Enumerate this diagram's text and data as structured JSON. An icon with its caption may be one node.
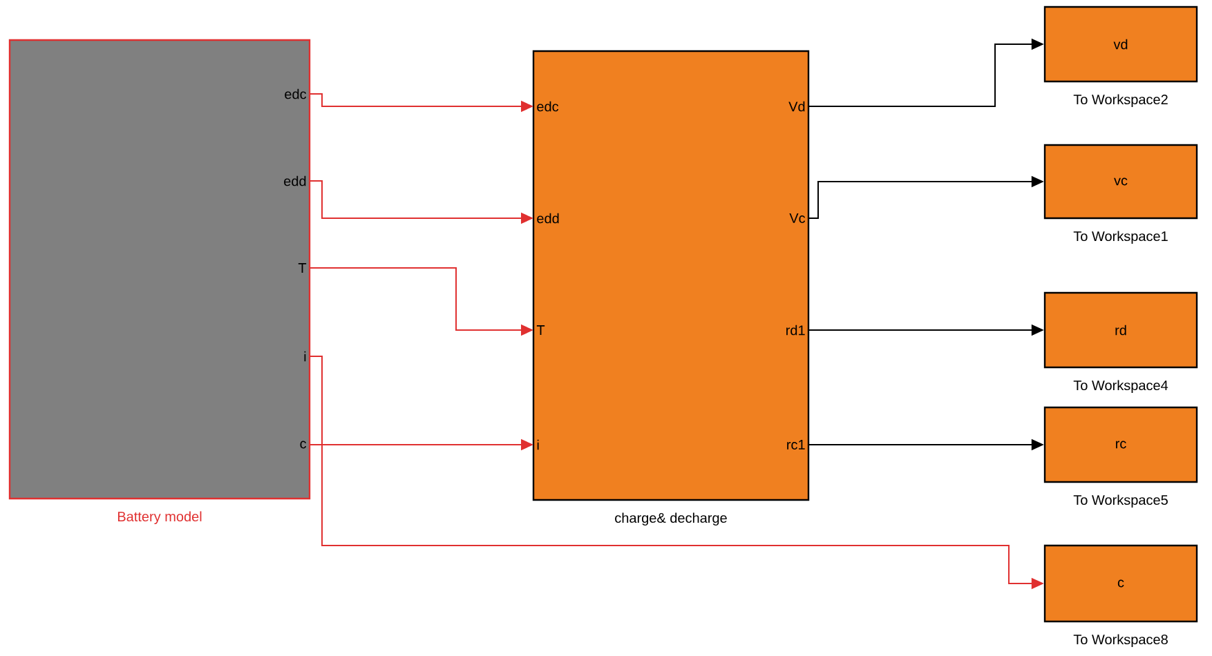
{
  "diagram": {
    "nodes": [
      {
        "text": [
          "Battery model"
        ]
      },
      {
        "text": [
          "edc"
        ],
        "in": 0
      },
      {
        "text": [
          "edd"
        ],
        "in": 0
      },
      {
        "text": [
          "T"
        ],
        "in": 0
      },
      {
        "text": [
          "i"
        ],
        "in": 0
      },
      {
        "text": [
          "c"
        ],
        "in": 0
      },
      {
        "text": [
          "charge& decharge"
        ]
      },
      {
        "text": [
          "edc"
        ],
        "in": 6
      },
      {
        "text": [
          "edd"
        ],
        "in": 6
      },
      {
        "text": [
          "T"
        ],
        "in": 6
      },
      {
        "text": [
          "i"
        ],
        "in": 6
      },
      {
        "text": [
          "Vd"
        ],
        "in": 6
      },
      {
        "text": [
          "Vc"
        ],
        "in": 6
      },
      {
        "text": [
          "rd1"
        ],
        "in": 6
      },
      {
        "text": [
          "rc1"
        ],
        "in": 6
      },
      {
        "text": [
          "vd",
          "To Workspace2"
        ]
      },
      {
        "text": [
          "vc",
          "To Workspace1"
        ]
      },
      {
        "text": [
          "rd",
          "To Workspace4"
        ]
      },
      {
        "text": [
          "rc",
          "To Workspace5"
        ]
      },
      {
        "text": [
          "c",
          "To Workspace8"
        ]
      }
    ],
    "edges": [
      {
        "from": 1,
        "to": 7,
        "arrow": "to"
      },
      {
        "from": 2,
        "to": 8,
        "arrow": "to"
      },
      {
        "from": 3,
        "to": 9,
        "arrow": "to"
      },
      {
        "from": 5,
        "to": 10,
        "arrow": "to"
      },
      {
        "from": 4,
        "to": 19,
        "arrow": "to"
      },
      {
        "from": 11,
        "to": 15,
        "arrow": "to",
        "color": "#000000"
      },
      {
        "from": 12,
        "to": 16,
        "arrow": "to",
        "color": "#000000"
      },
      {
        "from": 13,
        "to": 17,
        "arrow": "to",
        "color": "#000000"
      },
      {
        "from": 14,
        "to": 18,
        "arrow": "to",
        "color": "#000000"
      }
    ]
  }
}
